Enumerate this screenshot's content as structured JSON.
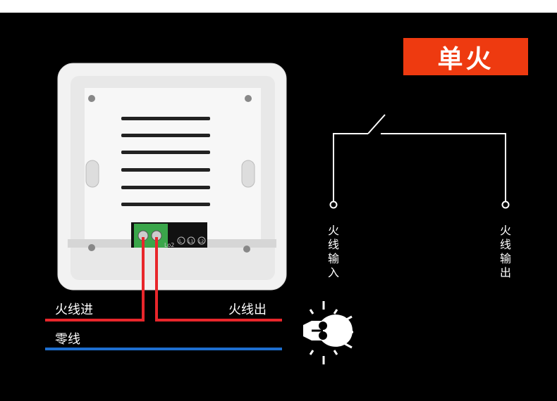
{
  "badge": "单火",
  "switch_diagram": {
    "input_label": "火线输入",
    "output_label": "火线输出"
  },
  "wires": {
    "live_in": "火线进",
    "live_out": "火线出",
    "neutral": "零线"
  },
  "terminal_labels": [
    "Lo2",
    "L",
    "L1",
    "L2"
  ],
  "colors": {
    "badge": "#ee3a10",
    "live": "#e8262b",
    "neutral": "#1e6fd0",
    "terminal": "#3aa64a"
  }
}
